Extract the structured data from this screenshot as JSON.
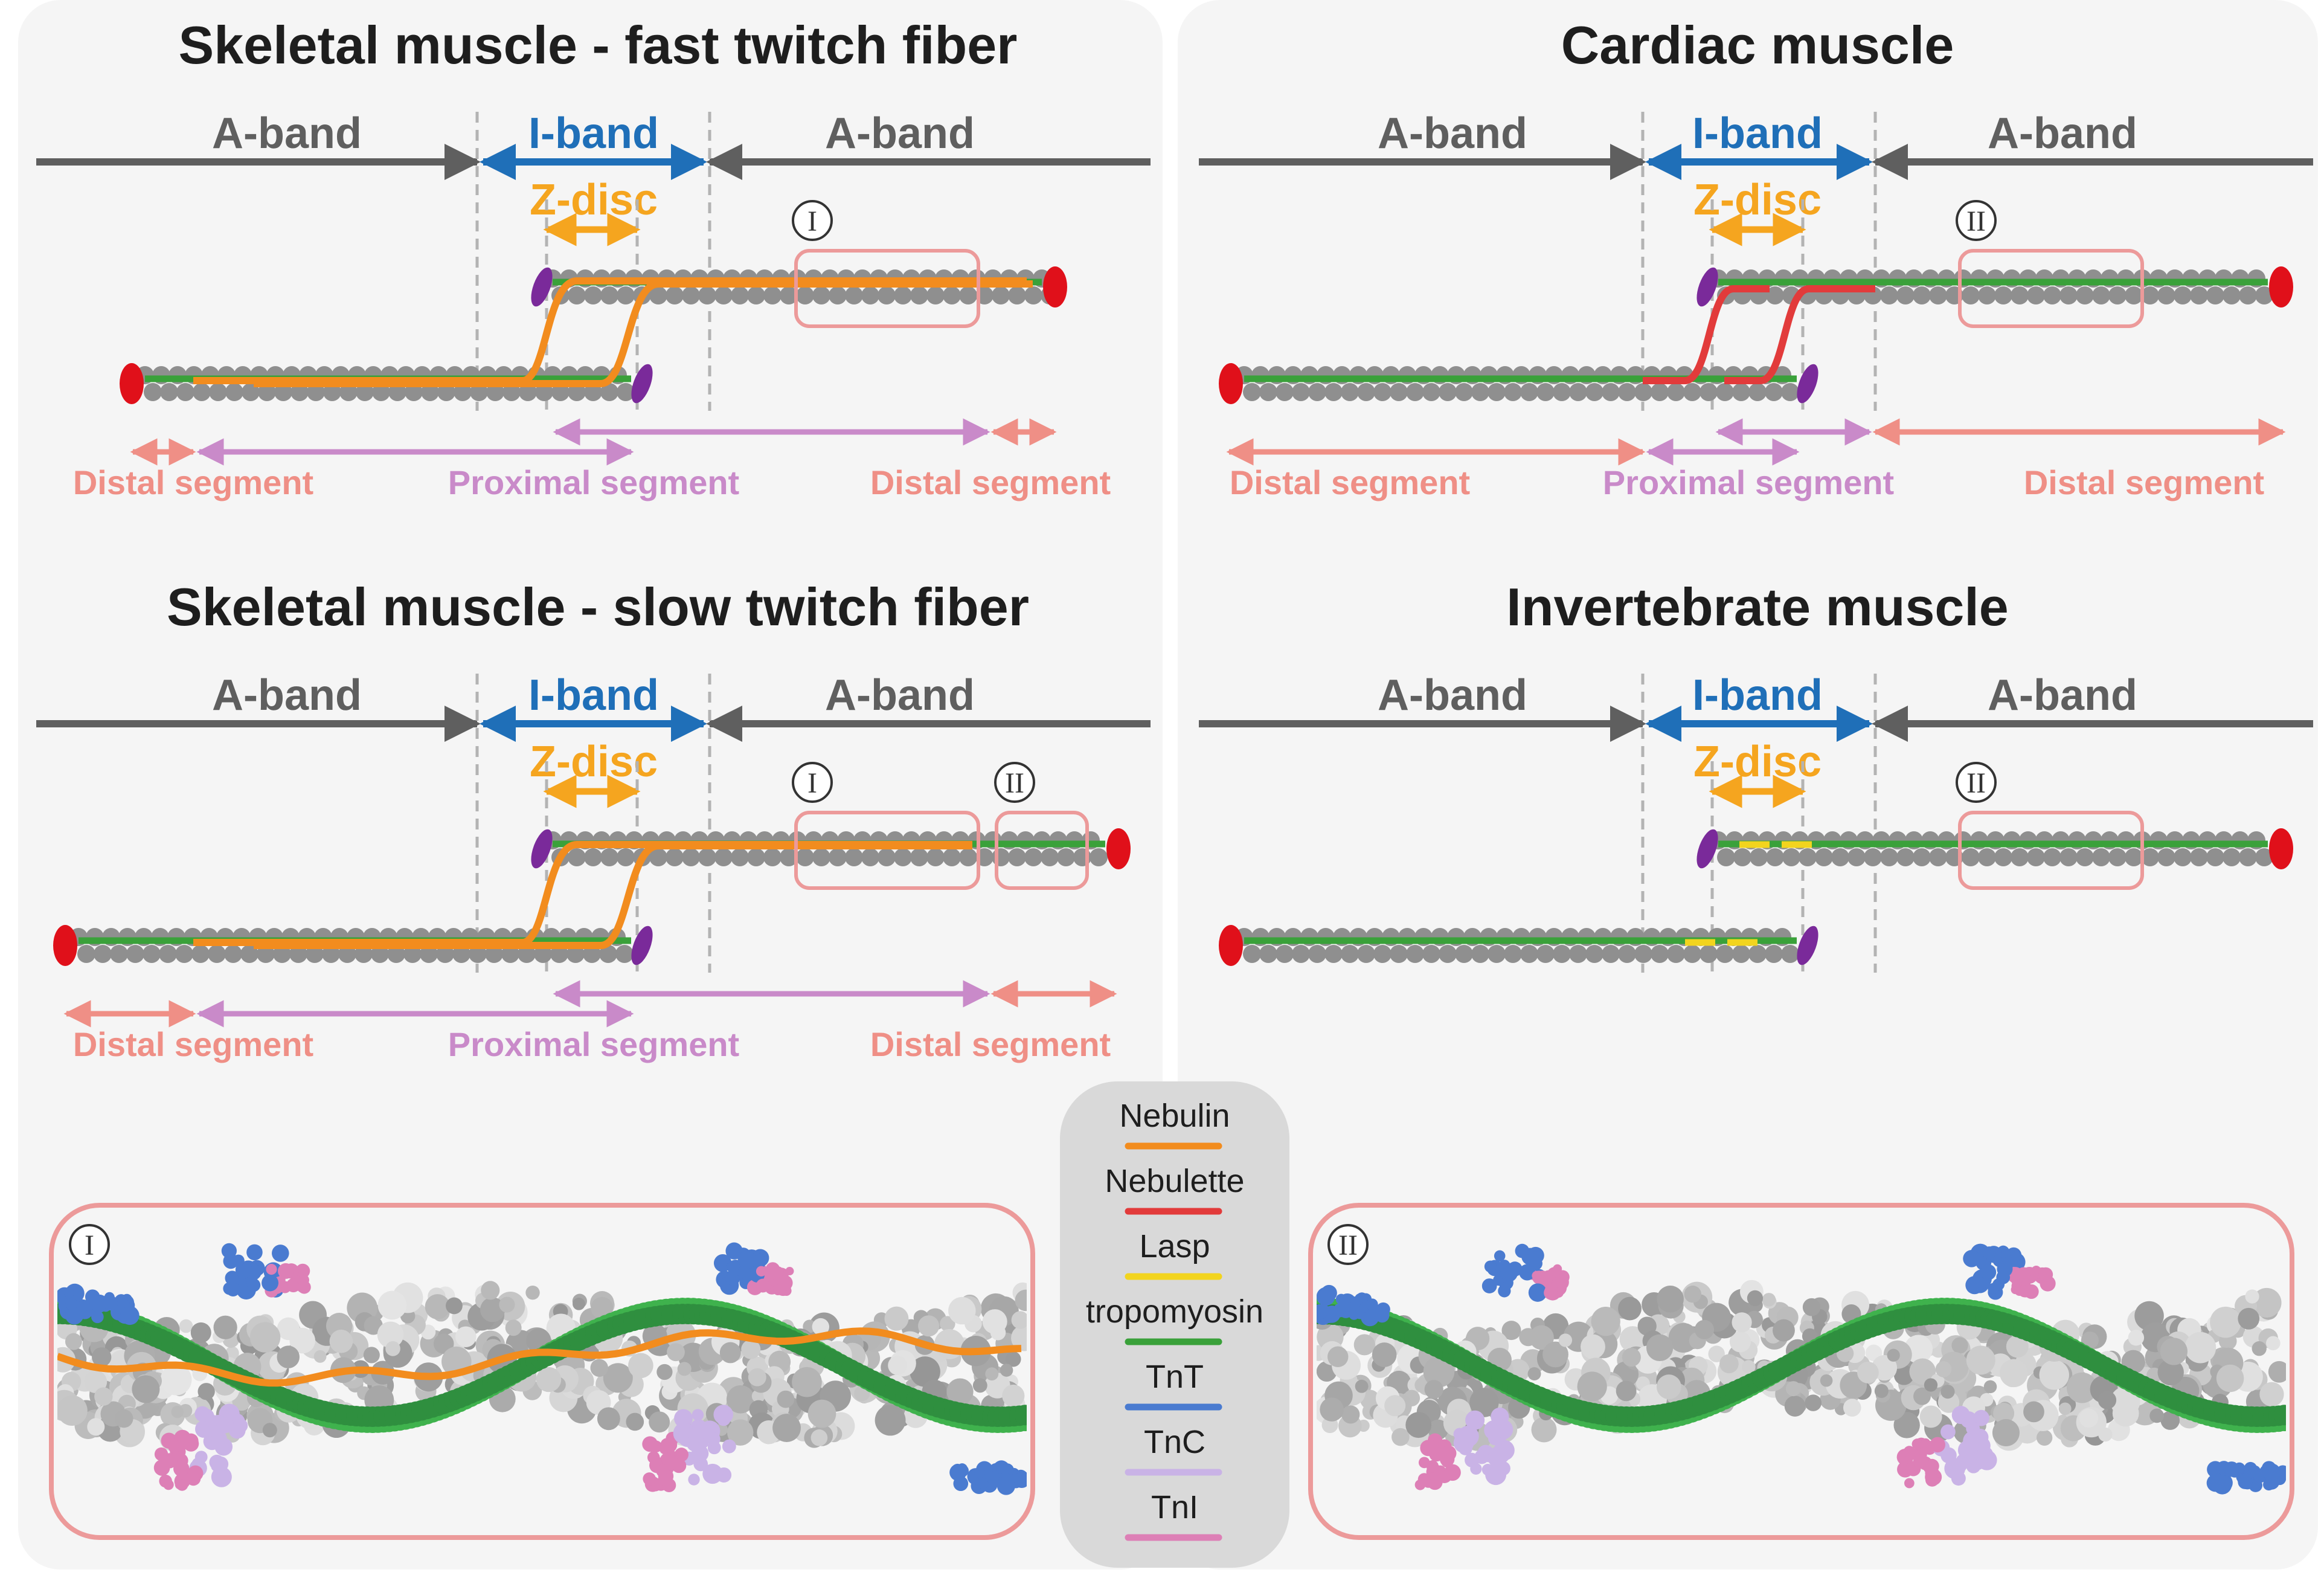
{
  "panels": [
    {
      "title": "Skeletal muscle - fast twitch fiber",
      "bands": {
        "a_left": "A-band",
        "i_band": "I-band",
        "a_right": "A-band",
        "z_disc": "Z-disc"
      },
      "segments": [
        "Distal segment",
        "Proximal segment",
        "Distal segment"
      ],
      "ruler_type": "nebulin",
      "regions": [
        "I"
      ]
    },
    {
      "title": "Cardiac muscle",
      "bands": {
        "a_left": "A-band",
        "i_band": "I-band",
        "a_right": "A-band",
        "z_disc": "Z-disc"
      },
      "segments": [
        "Distal segment",
        "Proximal segment",
        "Distal segment"
      ],
      "ruler_type": "nebulette",
      "regions": [
        "II"
      ]
    },
    {
      "title": "Skeletal muscle - slow twitch fiber",
      "bands": {
        "a_left": "A-band",
        "i_band": "I-band",
        "a_right": "A-band",
        "z_disc": "Z-disc"
      },
      "segments": [
        "Distal segment",
        "Proximal segment",
        "Distal segment"
      ],
      "ruler_type": "nebulin",
      "regions": [
        "I",
        "II"
      ]
    },
    {
      "title": "Invertebrate muscle",
      "bands": {
        "a_left": "A-band",
        "i_band": "I-band",
        "a_right": "A-band",
        "z_disc": "Z-disc"
      },
      "segments": [],
      "ruler_type": "lasp",
      "regions": [
        "II"
      ]
    }
  ],
  "legend": [
    {
      "label": "Nebulin",
      "color": "#f28c1e"
    },
    {
      "label": "Nebulette",
      "color": "#e23b3b"
    },
    {
      "label": "Lasp",
      "color": "#f2d41e"
    },
    {
      "label": "tropomyosin",
      "color": "#3aa13a"
    },
    {
      "label": "TnT",
      "color": "#4a7bd0"
    },
    {
      "label": "TnC",
      "color": "#c9b3e6"
    },
    {
      "label": "TnI",
      "color": "#dd7fb6"
    }
  ],
  "insets": [
    {
      "badge": "I",
      "has_nebulin": true
    },
    {
      "badge": "II",
      "has_nebulin": false
    }
  ],
  "colors": {
    "a_band": "#5f5f5f",
    "i_band": "#1f6fb8",
    "z_disc": "#f5a51f",
    "distal": "#ef8f86",
    "proximal": "#c98ac9",
    "actin": "#8f8f8f",
    "tropomyosin": "#3aa13a",
    "cap_red": "#e0101a",
    "cap_purple": "#7a2a9a",
    "frame": "#ec9a9a",
    "panel_bg": "#f5f5f5",
    "legend_bg": "#d9d9d9"
  }
}
